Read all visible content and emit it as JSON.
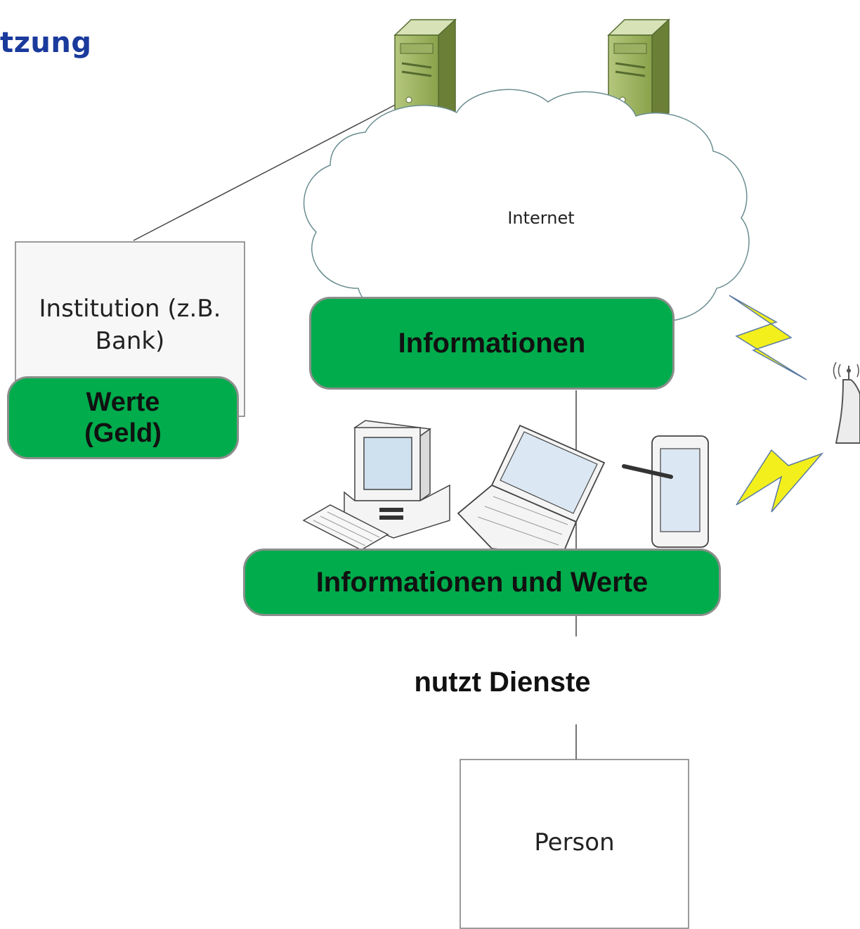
{
  "title": "tzung",
  "nodes": {
    "institution": "Institution (z.B. Bank)",
    "internet": "Internet",
    "person": "Person"
  },
  "labels": {
    "werte": "Werte (Geld)",
    "informationen": "Informationen",
    "informationen_und_werte": "Informationen und Werte",
    "nutzt_dienste": "nutzt Dienste"
  },
  "colors": {
    "label_fill": "#00ac4c",
    "title": "#1a3a9c",
    "server": "#8fa653",
    "lightning": "#f2ef1c"
  },
  "icons": [
    "server-icon",
    "cloud-icon",
    "desktop-computer-icon",
    "laptop-icon",
    "tablet-icon",
    "lightning-icon",
    "wifi-router-icon"
  ]
}
